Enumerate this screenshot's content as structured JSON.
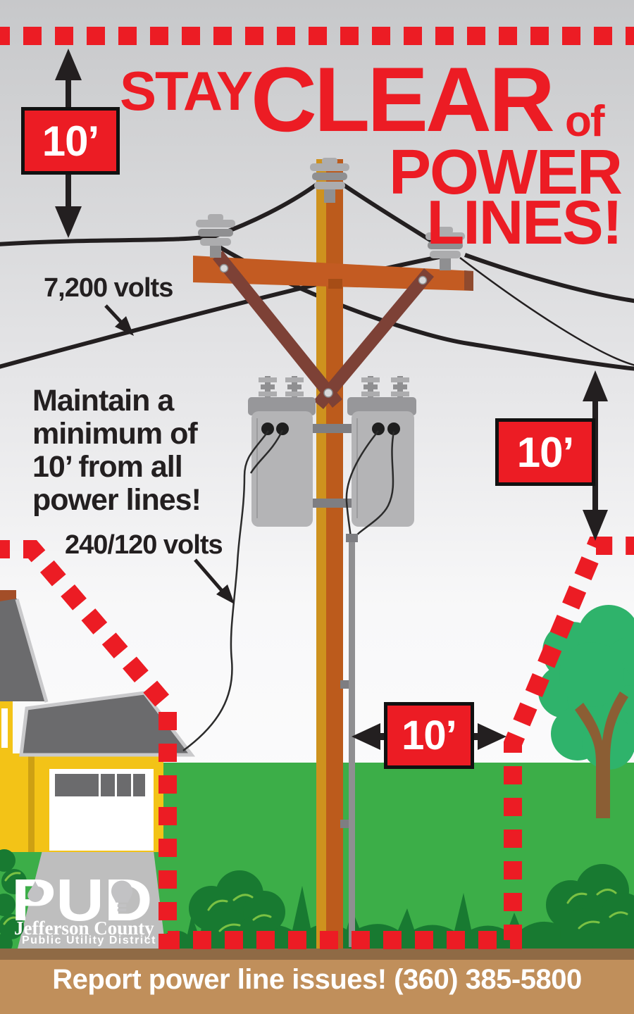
{
  "poster": {
    "title": {
      "stay": "STAY",
      "clear": "CLEAR",
      "of": "of",
      "power": "POWER",
      "lines": "LINES!"
    },
    "message": {
      "lines": [
        "Maintain a",
        "minimum of",
        "10’ from all",
        "power lines!"
      ]
    },
    "voltages": {
      "primary": "7,200 volts",
      "secondary": "240/120 volts"
    },
    "measurements": {
      "top": "10’",
      "side": "10’",
      "ground": "10’"
    },
    "logo": {
      "acronym": "PUD",
      "county": "Jefferson County",
      "district": "Public Utility District"
    },
    "footer": {
      "report": "Report power line issues! (360) 385-5800"
    }
  },
  "icons": {
    "drop": "water-drop-icon",
    "bulb": "lightbulb-icon"
  },
  "colors": {
    "red": "#EC1C24",
    "ink": "#231F20",
    "sky": "#C7C8CA",
    "grass": "#3CAE48",
    "bush": "#187A31",
    "leaf": "#7AC143",
    "tree": "#2FB36B",
    "trunk": "#8B5E34",
    "poleL": "#CE921E",
    "poleR": "#BC5B1C",
    "arm": "#C35B22",
    "armEnd": "#8F4A2E",
    "brace": "#7D4136",
    "equip": "#B4B4B6",
    "equipCap": "#97979A",
    "equipDark": "#7E7E82",
    "metal": "#ACACAE",
    "metalDark": "#8F8F91",
    "yellow": "#F3C317",
    "yellowShade": "#CDA013",
    "roof": "#6B6B6D",
    "trim": "#C9C9CB",
    "drive": "#BEBEBE",
    "chimney": "#A34E28",
    "bar": "#C08F5B",
    "strip": "#8F6A45"
  }
}
